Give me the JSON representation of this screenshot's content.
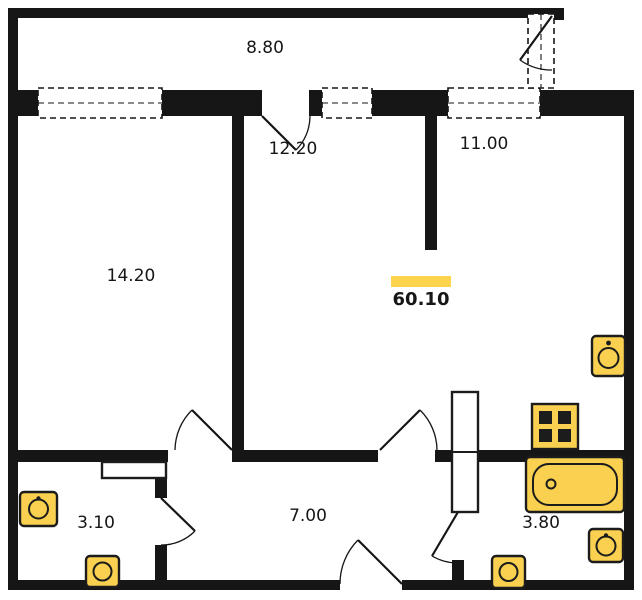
{
  "total_area": {
    "value": "60.10"
  },
  "rooms": {
    "balcony": {
      "area": "8.80"
    },
    "room_a": {
      "area": "12.20"
    },
    "room_b": {
      "area": "11.00"
    },
    "room_c": {
      "area": "14.20"
    },
    "bathroom": {
      "area": "3.10"
    },
    "hallway": {
      "area": "7.00"
    },
    "bathroom_2": {
      "area": "3.80"
    }
  },
  "icons": {
    "kitchen_sink": "sink-icon",
    "stove": "stove-icon",
    "bathtub": "bathtub-icon",
    "bathroom_sink": "sink-icon",
    "toilet": "toilet-icon",
    "wc_sink": "sink-icon",
    "wc_toilet": "toilet-icon"
  },
  "colors": {
    "wall": "#161616",
    "fixture_fill": "#f9d04f",
    "highlight": "#ffd44d",
    "background": "#ffffff"
  }
}
